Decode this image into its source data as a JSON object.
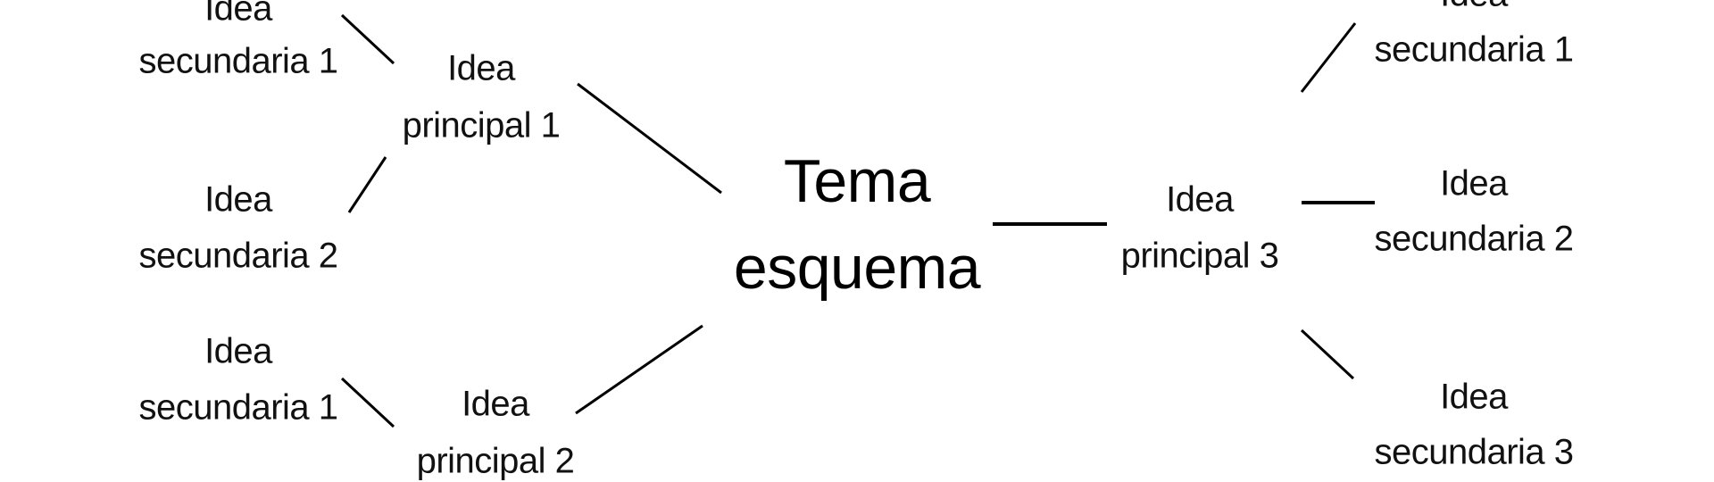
{
  "center": {
    "line1": "Tema",
    "line2": "esquema"
  },
  "principal": [
    {
      "line1": "Idea",
      "line2": "principal 1"
    },
    {
      "line1": "Idea",
      "line2": "principal 2"
    },
    {
      "line1": "Idea",
      "line2": "principal 3"
    }
  ],
  "secondary_left_top": {
    "line1": "Idea",
    "line2": "secundaria 1"
  },
  "secondary_left_mid": {
    "line1": "Idea",
    "line2": "secundaria 2"
  },
  "secondary_left_bottom": {
    "line1": "Idea",
    "line2": "secundaria 1"
  },
  "secondary_right_top": {
    "line1": "Idea",
    "line2": "secundaria 1"
  },
  "secondary_right_mid": {
    "line1": "Idea",
    "line2": "secundaria 2"
  },
  "secondary_right_bottom": {
    "line1": "Idea",
    "line2": "secundaria 3"
  }
}
